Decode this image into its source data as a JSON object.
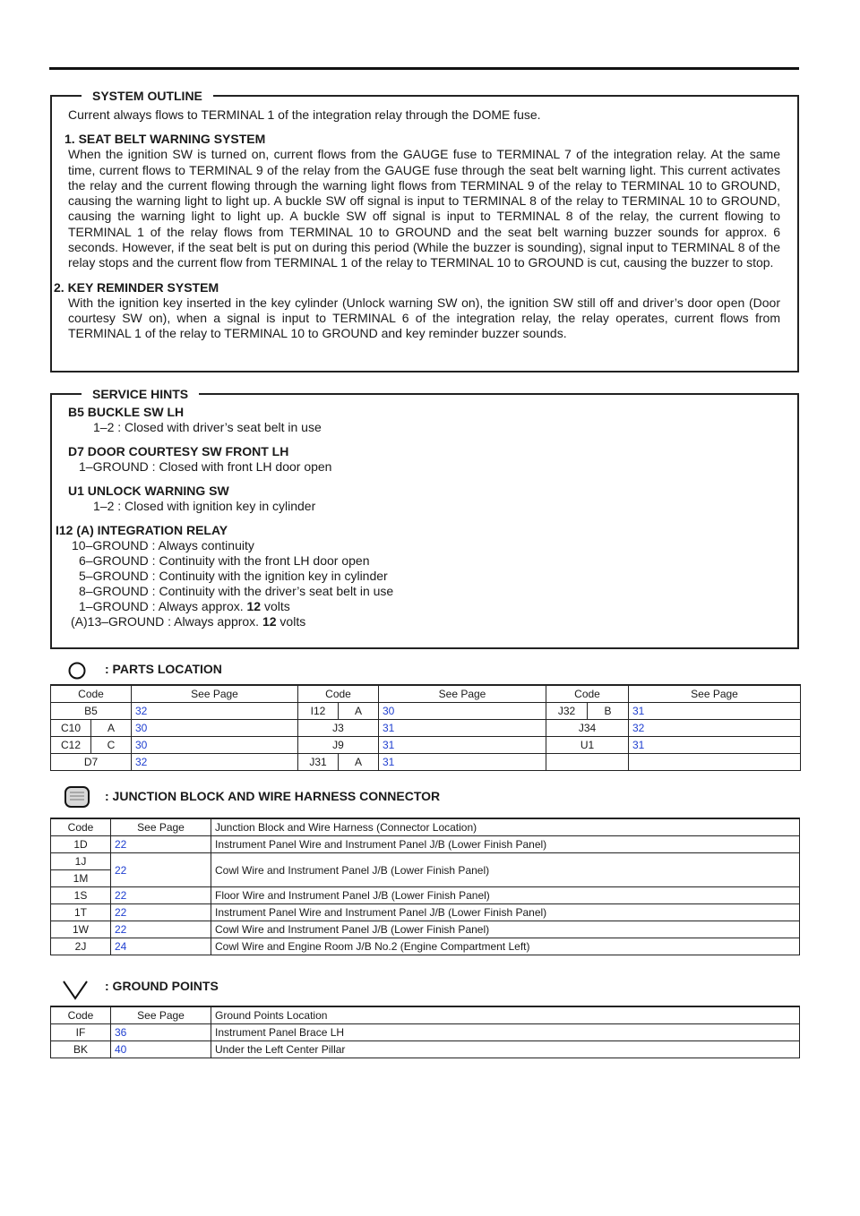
{
  "system_outline": {
    "title": "SYSTEM OUTLINE",
    "intro": "Current always flows to TERMINAL 1 of the integration relay through the DOME fuse.",
    "sections": [
      {
        "heading": "1.   SEAT BELT WARNING SYSTEM",
        "body": "When the ignition SW is turned on, current flows from the GAUGE fuse to TERMINAL 7 of the integration relay. At the same time, current flows to TERMINAL 9 of the relay from the GAUGE fuse through the seat belt warning light. This current activates the relay and the current flowing through the warning light flows from TERMINAL 9 of the relay to TERMINAL 10 to GROUND, causing the warning light to light up. A buckle SW off signal is input to TERMINAL 8 of the relay to TERMINAL 10 to GROUND, causing the warning light to light up. A buckle SW off signal is input to TERMINAL 8 of the relay, the current flowing to TERMINAL 1 of the relay flows from TERMINAL 10 to GROUND and the seat belt warning buzzer sounds for approx. 6 seconds. However, if the seat belt is put on during this period (While the buzzer is sounding), signal input to TERMINAL 8 of the relay stops and the current flow from TERMINAL 1 of the relay to TERMINAL 10 to GROUND is cut, causing the buzzer to stop."
      },
      {
        "heading": "2.   KEY REMINDER SYSTEM",
        "body": "With the ignition key inserted in the key cylinder (Unlock warning SW on), the ignition SW still off and driver’s door open (Door courtesy SW on), when a signal is input to TERMINAL 6 of the integration relay, the relay operates, current flows from TERMINAL 1 of the relay to TERMINAL 10 to GROUND and key reminder buzzer sounds."
      }
    ]
  },
  "service_hints": {
    "title": "SERVICE HINTS",
    "b5_title": "B5  BUCKLE SW LH",
    "b5_1": "1–2 : Closed with driver’s seat belt in use",
    "d7_title": "D7  DOOR COURTESY SW FRONT LH",
    "d7_1": "1–GROUND : Closed with front LH door open",
    "u1_title": "U1  UNLOCK WARNING SW",
    "u1_1": "1–2 : Closed with ignition key in cylinder",
    "i12_title": "I12 (A)  INTEGRATION RELAY",
    "i12_1": "10–GROUND : Always continuity",
    "i12_2": "6–GROUND : Continuity with the front LH door open",
    "i12_3": "5–GROUND : Continuity with the ignition key in cylinder",
    "i12_4": "8–GROUND : Continuity with the driver’s seat belt in use",
    "i12_5a": "1–GROUND : Always approx. ",
    "i12_5b": "12",
    "i12_5c": " volts",
    "i12_6a": "(A)13–GROUND : Always approx. ",
    "i12_6b": "12",
    "i12_6c": " volts"
  },
  "parts_location": {
    "title": ": PARTS LOCATION",
    "headers": [
      "Code",
      "See Page",
      "Code",
      "See Page",
      "Code",
      "See Page"
    ],
    "r1": [
      "B5",
      "32",
      "I12",
      "A",
      "30",
      "J32",
      "B",
      "31"
    ],
    "r2": [
      "C10",
      "A",
      "30",
      "J3",
      "31",
      "J34",
      "32"
    ],
    "r3": [
      "C12",
      "C",
      "30",
      "J9",
      "31",
      "U1",
      "31"
    ],
    "r4": [
      "D7",
      "32",
      "J31",
      "A",
      "31"
    ]
  },
  "junction": {
    "title": ": JUNCTION BLOCK AND WIRE HARNESS CONNECTOR",
    "headers": [
      "Code",
      "See Page",
      "Junction Block and Wire Harness (Connector Location)"
    ],
    "r1": [
      "1D",
      "22",
      "Instrument Panel Wire and Instrument Panel J/B (Lower Finish Panel)"
    ],
    "r2": [
      "1J",
      "22",
      "Cowl Wire and Instrument Panel J/B (Lower Finish Panel)"
    ],
    "r3": [
      "1M"
    ],
    "r4": [
      "1S",
      "22",
      "Floor Wire and Instrument Panel J/B (Lower Finish Panel)"
    ],
    "r5": [
      "1T",
      "22",
      "Instrument Panel Wire and Instrument Panel J/B (Lower Finish Panel)"
    ],
    "r6": [
      "1W",
      "22",
      "Cowl Wire and Instrument Panel J/B (Lower Finish Panel)"
    ],
    "r7": [
      "2J",
      "24",
      "Cowl Wire and Engine Room J/B No.2 (Engine Compartment Left)"
    ]
  },
  "ground": {
    "title": ": GROUND POINTS",
    "headers": [
      "Code",
      "See Page",
      "Ground Points Location"
    ],
    "r1": [
      "IF",
      "36",
      "Instrument Panel Brace LH"
    ],
    "r2": [
      "BK",
      "40",
      "Under the Left Center Pillar"
    ]
  }
}
